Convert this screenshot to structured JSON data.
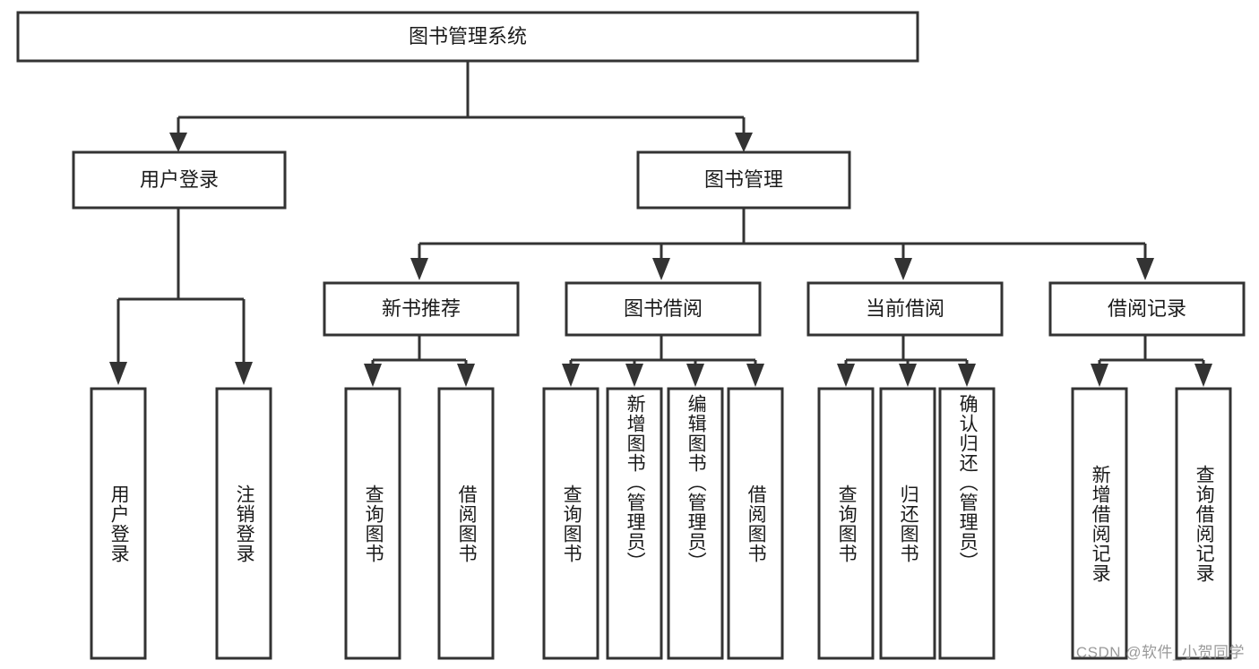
{
  "diagram": {
    "title": "图书管理系统",
    "type": "hierarchy-tree",
    "watermark": "CSDN @软件_小贺同学",
    "colors": {
      "stroke": "#333333",
      "fill": "#ffffff",
      "text": "#1b1b1b",
      "watermark": "#9a9a9a"
    },
    "root": {
      "id": "root",
      "label": "图书管理系统"
    },
    "level2": [
      {
        "id": "user-login",
        "label": "用户登录"
      },
      {
        "id": "book-management",
        "label": "图书管理"
      }
    ],
    "level3": [
      {
        "id": "new-book-recommend",
        "label": "新书推荐"
      },
      {
        "id": "book-borrow",
        "label": "图书借阅"
      },
      {
        "id": "current-borrow",
        "label": "当前借阅"
      },
      {
        "id": "borrow-record",
        "label": "借阅记录"
      }
    ],
    "leaves": {
      "user_login": [
        {
          "id": "leaf-user-login",
          "label": "用户登录"
        },
        {
          "id": "leaf-logout-login",
          "label": "注销登录"
        }
      ],
      "new_book_recommend": [
        {
          "id": "leaf-query-book-1",
          "label": "查询图书"
        },
        {
          "id": "leaf-borrow-book-1",
          "label": "借阅图书"
        }
      ],
      "book_borrow": [
        {
          "id": "leaf-query-book-2",
          "label": "查询图书"
        },
        {
          "id": "leaf-add-book-admin",
          "label": "新增图书（管理员）"
        },
        {
          "id": "leaf-edit-book-admin",
          "label": "编辑图书（管理员）"
        },
        {
          "id": "leaf-borrow-book-2",
          "label": "借阅图书"
        }
      ],
      "current_borrow": [
        {
          "id": "leaf-query-book-3",
          "label": "查询图书"
        },
        {
          "id": "leaf-return-book",
          "label": "归还图书"
        },
        {
          "id": "leaf-confirm-return-admin",
          "label": "确认归还（管理员）"
        }
      ],
      "borrow_record": [
        {
          "id": "leaf-add-borrow-record",
          "label": "新增借阅记录"
        },
        {
          "id": "leaf-query-borrow-record",
          "label": "查询借阅记录"
        }
      ]
    }
  }
}
